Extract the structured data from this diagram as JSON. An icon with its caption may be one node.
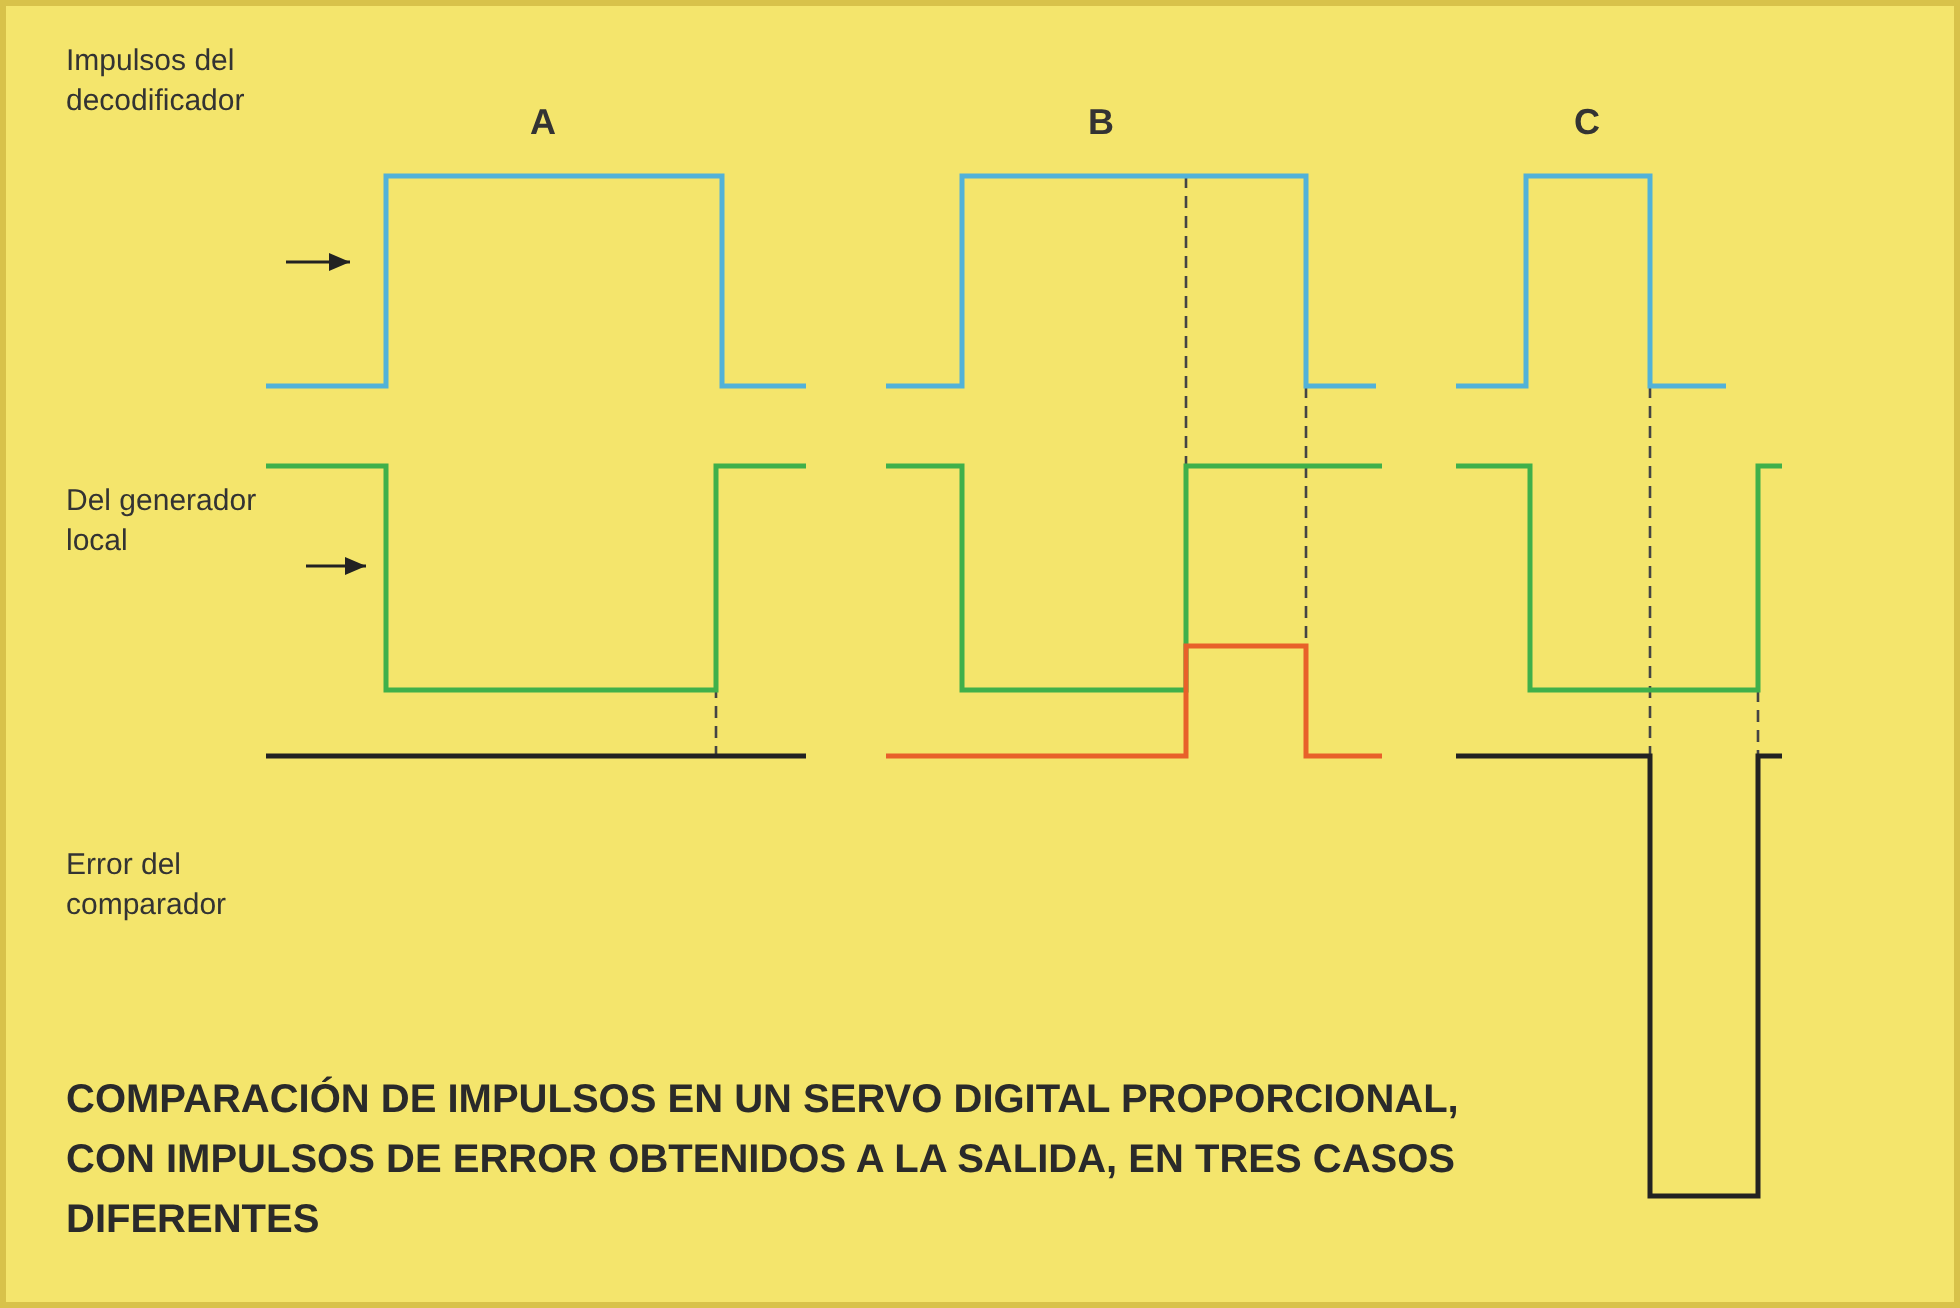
{
  "diagram": {
    "caption": "COMPARACIÓN DE IMPULSOS EN UN SERVO DIGITAL PROPORCIONAL, CON IMPULSOS DE ERROR OBTENIDOS A LA SALIDA, EN TRES CASOS DIFERENTES",
    "labels": [
      "Impulsos del decodificador",
      "A",
      "B",
      "C",
      "Del generador local",
      "Error del comparador"
    ]
  }
}
